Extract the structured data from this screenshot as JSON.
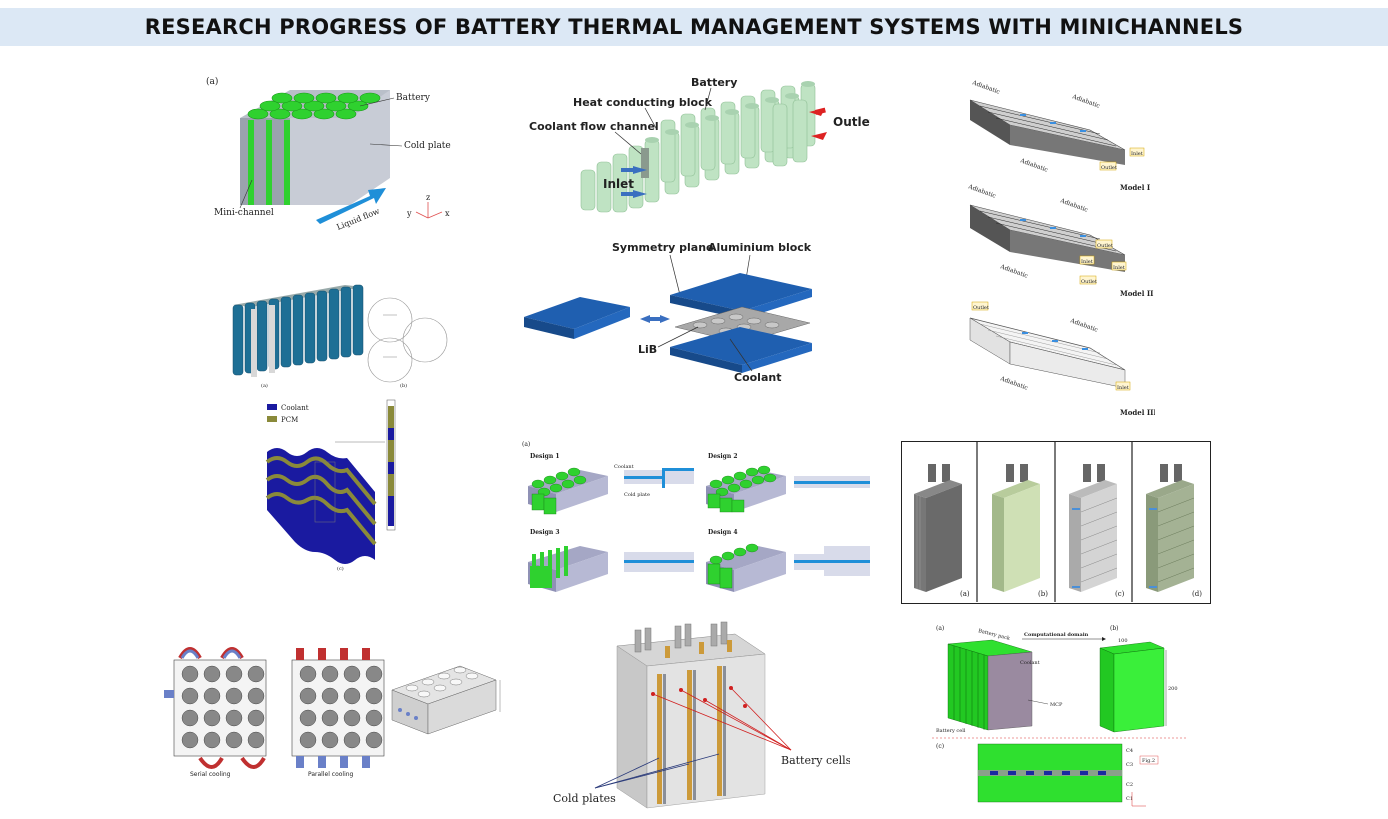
{
  "title": "RESEARCH PROGRESS OF BATTERY THERMAL MANAGEMENT SYSTEMS WITH MINICHANNELS",
  "colors": {
    "title_bg": "#dce8f5",
    "battery_green": "#2fd12f",
    "coolant_blue": "#1f5fb0",
    "cell_teal": "#1e6f95",
    "coolant_light": "#2f8fd8",
    "pcm_olive": "#8a8a3a",
    "arrow_red": "#cc2222"
  },
  "fig1": {
    "tag": "(a)",
    "battery": "Battery",
    "cold_plate": "Cold plate",
    "mini_channel": "Mini-channel",
    "liquid_flow": "Liquid flow",
    "axis_z": "z",
    "axis_y": "y",
    "axis_x": "x"
  },
  "fig2": {
    "battery": "Battery",
    "heat_block": "Heat conducting block",
    "coolant_channel": "Coolant flow channel",
    "inlet": "Inlet",
    "outlet": "Outlet"
  },
  "fig3": {
    "adiabatic": "Adiabatic",
    "inlet": "Inlet",
    "outlet": "Outlet",
    "model1": "Model I",
    "model2": "Model II",
    "model3": "Model III"
  },
  "fig4": {
    "sub_a": "(a)",
    "sub_b": "(b)"
  },
  "fig5": {
    "symmetry": "Symmetry plane",
    "aluminium": "Aluminium block",
    "lib": "LiB",
    "coolant": "Coolant"
  },
  "fig6": {
    "coolant": "Coolant",
    "pcm": "PCM",
    "sub_c": "(c)"
  },
  "fig7": {
    "tag": "(a)",
    "design1": "Design 1",
    "design2": "Design 2",
    "design3": "Design 3",
    "design4": "Design 4",
    "coolant": "Coolant",
    "cold_plate": "Cold plate"
  },
  "fig8": {
    "sub_a": "(a)",
    "sub_b": "(b)",
    "sub_c": "(c)",
    "sub_d": "(d)"
  },
  "fig9": {
    "serial": "Serial cooling",
    "parallel": "Parallel cooling"
  },
  "fig10": {
    "battery_cells": "Battery cells",
    "cold_plates": "Cold plates"
  },
  "fig11": {
    "sub_a": "(a)",
    "sub_b": "(b)",
    "sub_c": "(c)",
    "battery_pack": "Battery pack",
    "comp_domain": "Computational domain",
    "coolant": "Coolant",
    "mcp": "MCP",
    "battery_cell": "Battery cell",
    "dim_100": "100",
    "dim_200": "200",
    "c_labels": [
      "C4",
      "C3",
      "C2",
      "C1"
    ],
    "fig_ref": "Fig.2"
  }
}
